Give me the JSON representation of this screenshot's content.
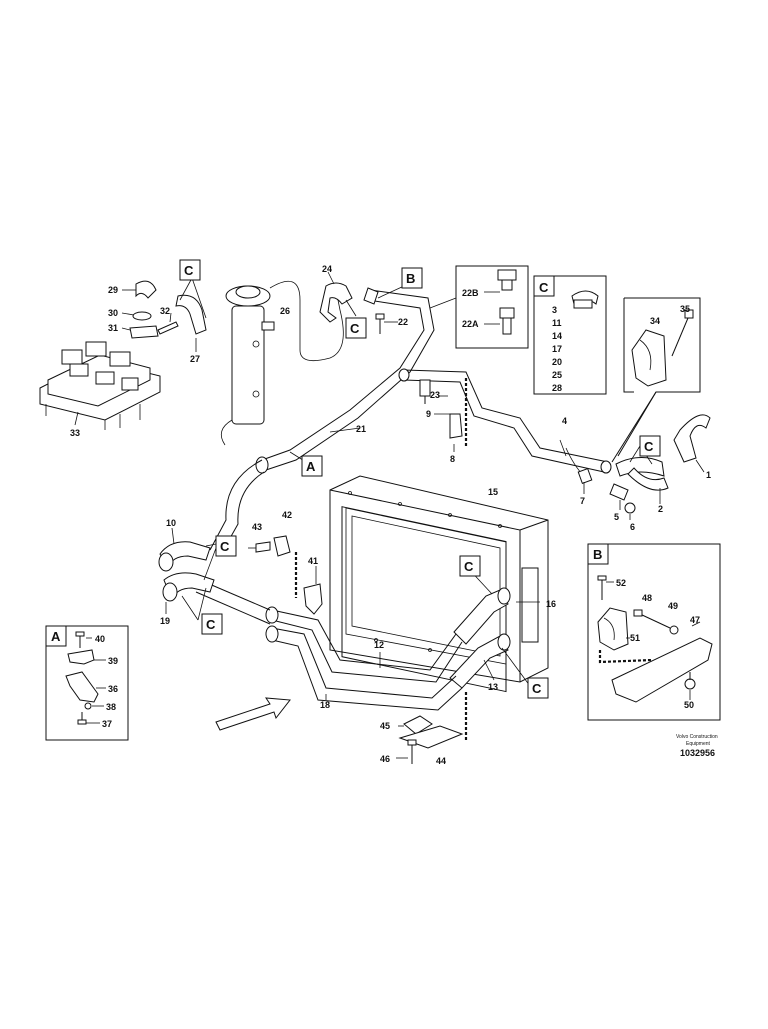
{
  "diagram": {
    "callouts": {
      "c_top_left": "C",
      "b_top": "B",
      "c_top_mid": "C",
      "a_mid": "A",
      "c_right_hose": "C",
      "c_left_upper": "C",
      "c_left_lower": "C",
      "c_rad_upper": "C",
      "c_rad_lower": "C"
    },
    "part_numbers": {
      "p1": "1",
      "p2": "2",
      "p4": "4",
      "p5": "5",
      "p6": "6",
      "p7": "7",
      "p8": "8",
      "p9": "9",
      "p10": "10",
      "p12": "12",
      "p13": "13",
      "p15": "15",
      "p16": "16",
      "p18": "18",
      "p19": "19",
      "p21": "21",
      "p22": "22",
      "p23": "23",
      "p24": "24",
      "p26": "26",
      "p27": "27",
      "p29": "29",
      "p30": "30",
      "p31": "31",
      "p32": "32",
      "p33": "33",
      "p34": "34",
      "p35": "35",
      "p41": "41",
      "p42": "42",
      "p43": "43",
      "p44": "44",
      "p45": "45",
      "p46": "46"
    },
    "inset_22": {
      "label_top": "22B",
      "label_bottom": "22A"
    },
    "inset_c": {
      "letter": "C",
      "items": [
        "3",
        "11",
        "14",
        "17",
        "20",
        "25",
        "28"
      ]
    },
    "detail_a": {
      "letter": "A",
      "labels": {
        "p40": "40",
        "p39": "39",
        "p36": "36",
        "p38": "38",
        "p37": "37"
      }
    },
    "detail_b": {
      "letter": "B",
      "labels": {
        "p52": "52",
        "p48": "48",
        "p49": "49",
        "p47": "47",
        "p51": "51",
        "p50": "50"
      }
    },
    "footer": {
      "credit_line1": "Volvo Construction",
      "credit_line2": "Equipment",
      "doc_number": "1032956"
    }
  }
}
